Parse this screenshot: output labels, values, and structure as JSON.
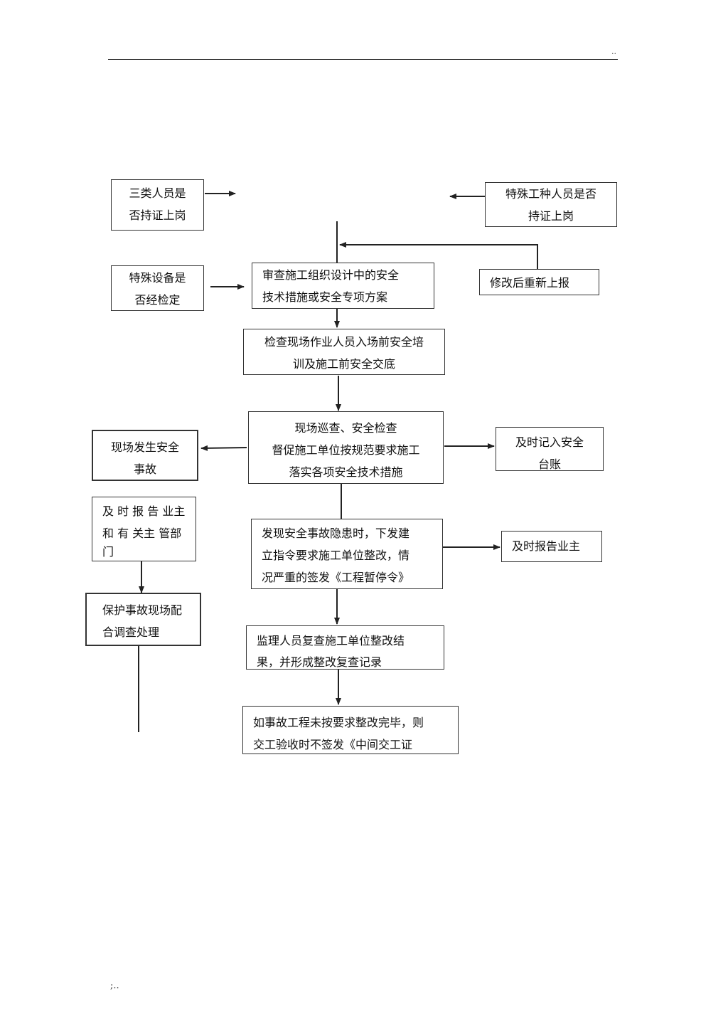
{
  "header": {
    "mark": ".."
  },
  "footer": {
    "mark": ";.."
  },
  "flow": {
    "three_types_staff": [
      "三类人员是",
      "否持证上岗"
    ],
    "special_workers": [
      "特殊工种人员是否",
      "持证上岗"
    ],
    "special_equipment": [
      "特殊设备是",
      "否经检定"
    ],
    "review_design": [
      "审查施工组织设计中的安全",
      "技术措施或安全专项方案"
    ],
    "resubmit": [
      "修改后重新上报"
    ],
    "check_training": [
      "检查现场作业人员入场前安全培",
      "训及施工前安全交底"
    ],
    "site_inspection": [
      "现场巡查、安全检查",
      "督促施工单位按规范要求施工",
      "落实各项安全技术措施"
    ],
    "accident_occurs": [
      "现场发生安全",
      "事故"
    ],
    "record_ledger": [
      "及时记入安全",
      "台账"
    ],
    "report_owner_dept": [
      "及 时 报 告  业主",
      "和 有 关主  管部",
      "门"
    ],
    "hidden_danger": [
      "发现安全事故隐患时，下发建",
      "立指令要求施工单位整改，情",
      "况严重的签发《工程暂停令》"
    ],
    "report_owner": [
      "及时报告业主"
    ],
    "protect_scene": [
      "保护事故现场配",
      "合调查处理"
    ],
    "recheck": [
      "监理人员复查施工单位整改结",
      "果，并形成整改复查记录"
    ],
    "no_sign": [
      "如事故工程未按要求整改完毕，则",
      "交工验收时不签发《中间交工证"
    ]
  }
}
